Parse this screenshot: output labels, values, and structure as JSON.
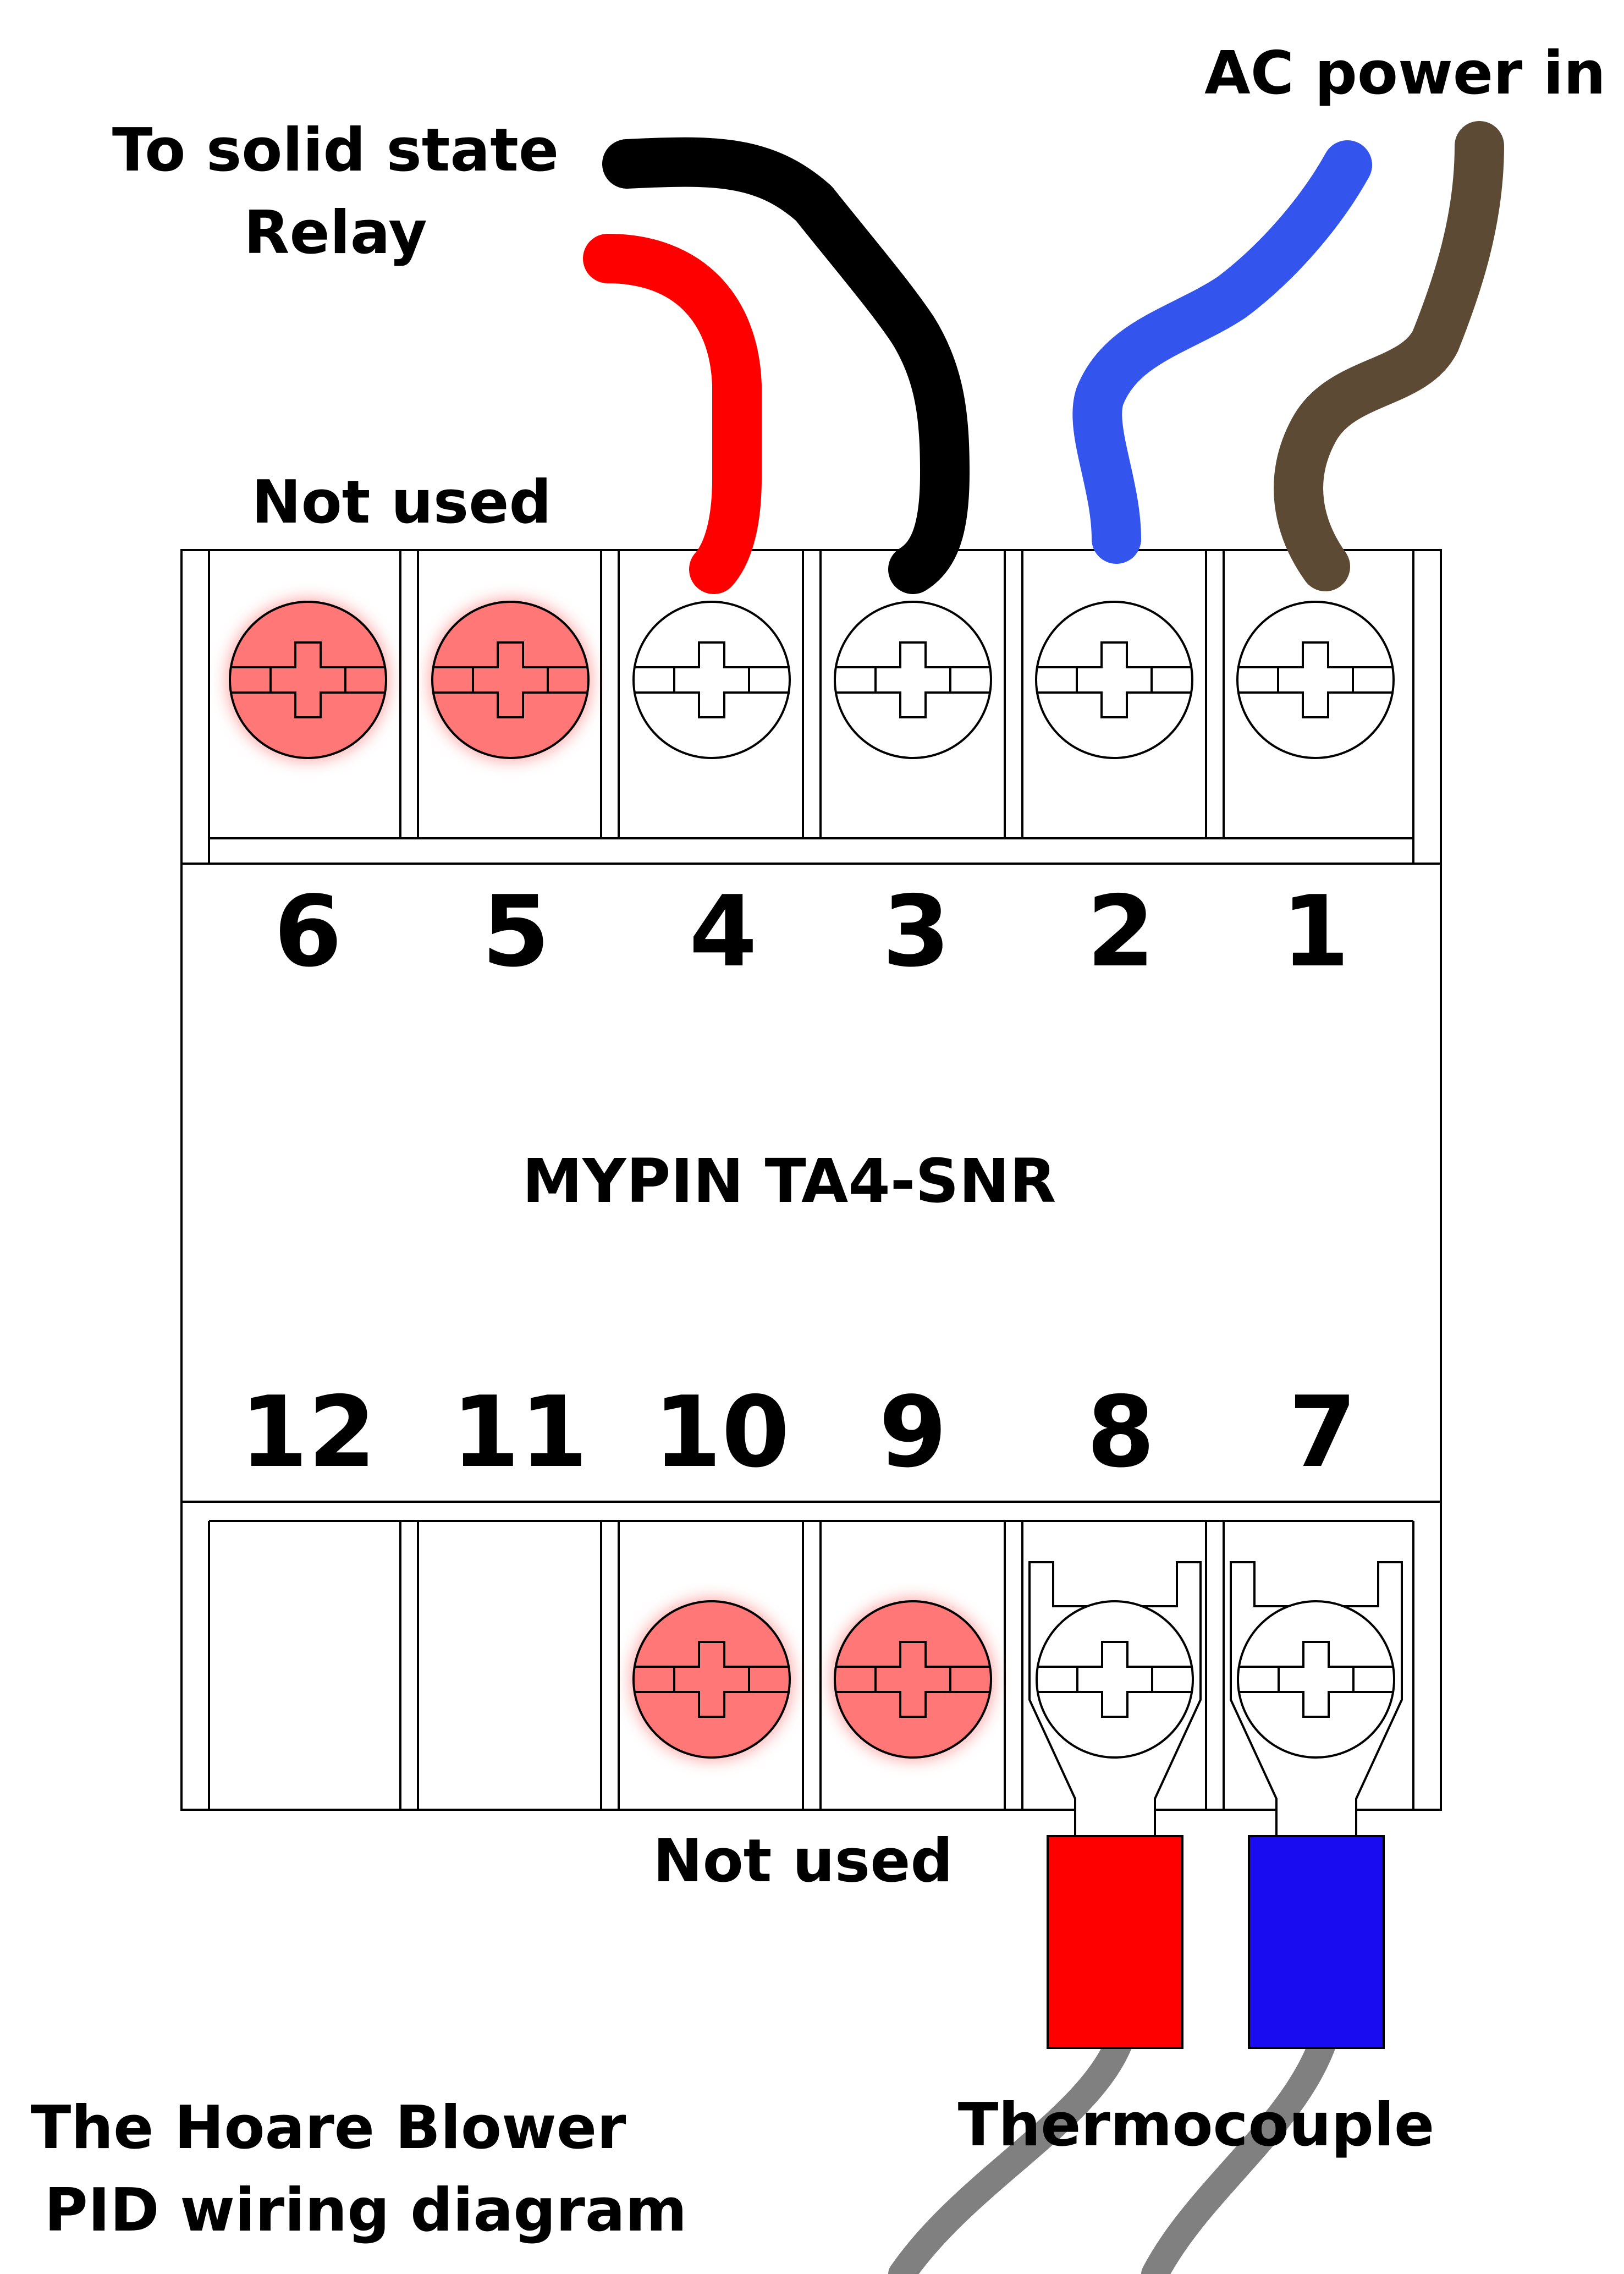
{
  "labels": {
    "relay_line1": "To solid state",
    "relay_line2": "Relay",
    "ac_power": "AC power in",
    "not_used_top": "Not used",
    "not_used_bottom": "Not used",
    "model": "MYPIN TA4-SNR",
    "thermocouple": "Thermocouple",
    "title_line1": "The Hoare Blower",
    "title_line2": "PID wiring diagram"
  },
  "terminals_top": [
    "6",
    "5",
    "4",
    "3",
    "2",
    "1"
  ],
  "terminals_bottom": [
    "12",
    "11",
    "10",
    "9",
    "8",
    "7"
  ],
  "colors": {
    "relay_red_wire": "#ff0000",
    "relay_black_wire": "#000000",
    "ac_blue_wire": "#3355ee",
    "ac_brown_wire": "#5c4a34",
    "unused_screw": "#ff7777",
    "thermo_red_sleeve": "#ff0000",
    "thermo_blue_sleeve": "#1a0cf0",
    "thermo_wire": "#808080"
  }
}
